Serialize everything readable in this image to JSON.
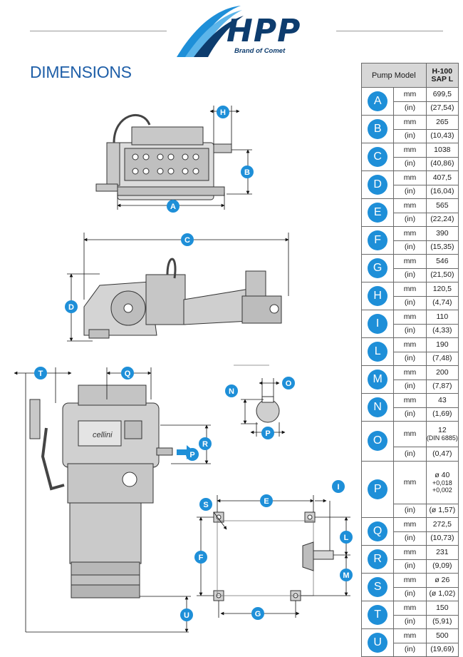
{
  "brand": {
    "name": "HPP",
    "tagline": "Brand of Comet",
    "color_primary": "#0d3c6e",
    "color_accent": "#1e8fd8"
  },
  "page": {
    "title": "DIMENSIONS",
    "title_color": "#1f5fa8"
  },
  "drawing_labels": {
    "top_view": [
      "H",
      "B",
      "A"
    ],
    "side_view": [
      "C",
      "D"
    ],
    "front_view": [
      "T",
      "Q",
      "R",
      "P",
      "U"
    ],
    "shaft_detail": [
      "N",
      "O",
      "P"
    ],
    "base_plan": [
      "S",
      "E",
      "I",
      "L",
      "M",
      "F",
      "G"
    ],
    "nameplate_text": "cellini"
  },
  "table": {
    "header": {
      "label": "Pump Model",
      "model_line1": "H-100",
      "model_line2": "SAP L"
    },
    "rows": [
      {
        "letter": "A",
        "mm": "699,5",
        "inch": "(27,54)"
      },
      {
        "letter": "B",
        "mm": "265",
        "inch": "(10,43)"
      },
      {
        "letter": "C",
        "mm": "1038",
        "inch": "(40,86)"
      },
      {
        "letter": "D",
        "mm": "407,5",
        "inch": "(16,04)"
      },
      {
        "letter": "E",
        "mm": "565",
        "inch": "(22,24)"
      },
      {
        "letter": "F",
        "mm": "390",
        "inch": "(15,35)"
      },
      {
        "letter": "G",
        "mm": "546",
        "inch": "(21,50)"
      },
      {
        "letter": "H",
        "mm": "120,5",
        "inch": "(4,74)"
      },
      {
        "letter": "I",
        "mm": "110",
        "inch": "(4,33)"
      },
      {
        "letter": "L",
        "mm": "190",
        "inch": "(7,48)"
      },
      {
        "letter": "M",
        "mm": "200",
        "inch": "(7,87)"
      },
      {
        "letter": "N",
        "mm": "43",
        "inch": "(1,69)"
      },
      {
        "letter": "O",
        "mm": "12",
        "mm_sub": "(DIN 6885)",
        "inch": "(0,47)"
      },
      {
        "letter": "P",
        "mm": "ø 40",
        "mm_sub": "+0,018",
        "mm_sub2": "+0,002",
        "inch": "(ø 1,57)"
      },
      {
        "letter": "Q",
        "mm": "272,5",
        "inch": "(10,73)"
      },
      {
        "letter": "R",
        "mm": "231",
        "inch": "(9,09)"
      },
      {
        "letter": "S",
        "mm": "ø 26",
        "inch": "(ø 1,02)"
      },
      {
        "letter": "T",
        "mm": "150",
        "inch": "(5,91)"
      },
      {
        "letter": "U",
        "mm": "500",
        "inch": "(19,69)"
      }
    ],
    "unit_mm": "mm",
    "unit_in": "(in)"
  }
}
